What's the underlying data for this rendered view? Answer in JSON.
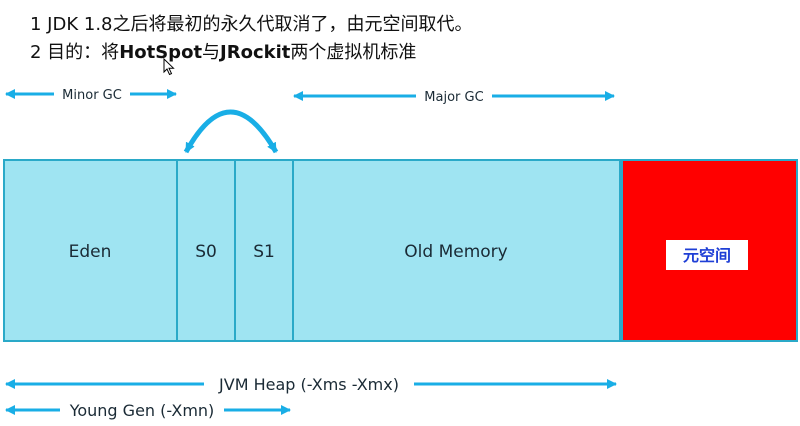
{
  "notes": {
    "line1": "1 JDK 1.8之后将最初的永久代取消了，由元空间取代。",
    "line2_prefix": "2 目的：将",
    "line2_hotspot": "HotSpot",
    "line2_mid": "与",
    "line2_jrockit": "JRockit",
    "line2_suffix": "两个虚拟机标准"
  },
  "gc_labels": {
    "minor": "Minor GC",
    "major": "Major GC"
  },
  "regions": {
    "eden": "Eden",
    "s0": "S0",
    "s1": "S1",
    "old": "Old Memory",
    "metaspace": "元空间"
  },
  "spans": {
    "heap": "JVM Heap (-Xms -Xmx)",
    "young": "Young Gen (-Xmn)"
  },
  "colors": {
    "heap_fill": "#9fe4f2",
    "border": "#2aa9c8",
    "arrow": "#19aee6",
    "metaspace_fill": "#ff0000",
    "metaspace_label_bg": "#ffffff",
    "metaspace_label_text": "#1f3fd6",
    "text": "#1a2a35"
  },
  "icons": {
    "cursor": "mouse-pointer-icon",
    "swap": "curved-double-arrow-icon"
  }
}
